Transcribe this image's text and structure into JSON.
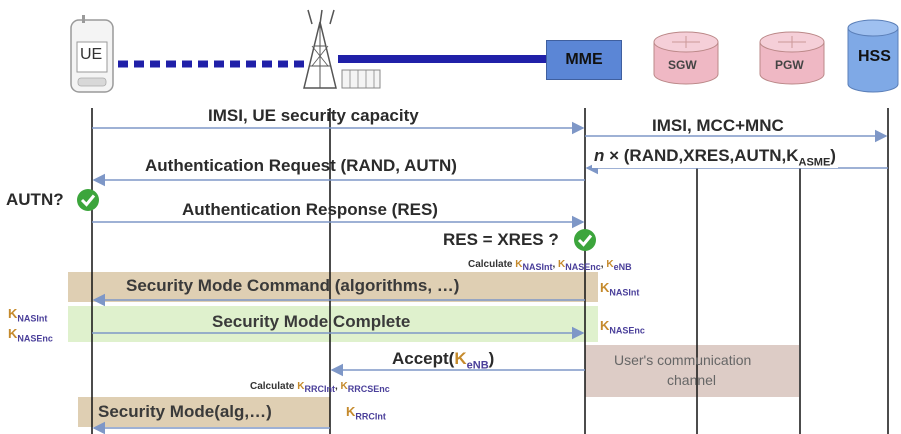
{
  "nodes": {
    "ue": "UE",
    "mme": "MME",
    "sgw": "SGW",
    "pgw": "PGW",
    "hss": "HSS"
  },
  "messages": {
    "imsi_ue_cap": "IMSI, UE security capacity",
    "imsi_mcc_mnc": "IMSI, MCC+MNC",
    "vector_prefix": "n",
    "vector_text": " × (RAND,XRES,AUTN,K",
    "vector_sub": "ASME",
    "vector_close": ")",
    "auth_request": "Authentication Request (RAND, AUTN)",
    "autn_check": "AUTN?",
    "auth_response": "Authentication Response (RES)",
    "res_check": "RES = XRES ?",
    "calculate1": "Calculate",
    "sec_mode_cmd": "Security Mode Command (algorithms, …)",
    "sec_mode_complete": "Security Mode Complete",
    "accept": "Accept(",
    "accept_close": ")",
    "users_channel_line1": "User's communication",
    "users_channel_line2": "channel",
    "calculate2": "Calculate",
    "sec_mode_alg": "Security Mode(alg,…)"
  },
  "keys": {
    "k": "K",
    "nasint": "NASInt",
    "nasenc": "NASEnc",
    "enb": "eNB",
    "rrcint": "RRCInt",
    "rrcsenc": "RRCSEnc",
    "sep": ","
  },
  "colors": {
    "arrow": "#7e97c7",
    "dark_blue": "#20209a",
    "mme_fill": "#5b86d6",
    "db_pink": "#efb8c4",
    "hss_blue": "#7fa9e6",
    "band_tan": "#d9c7a6",
    "band_green": "#dcefc8",
    "check_green": "#3ca53c"
  }
}
